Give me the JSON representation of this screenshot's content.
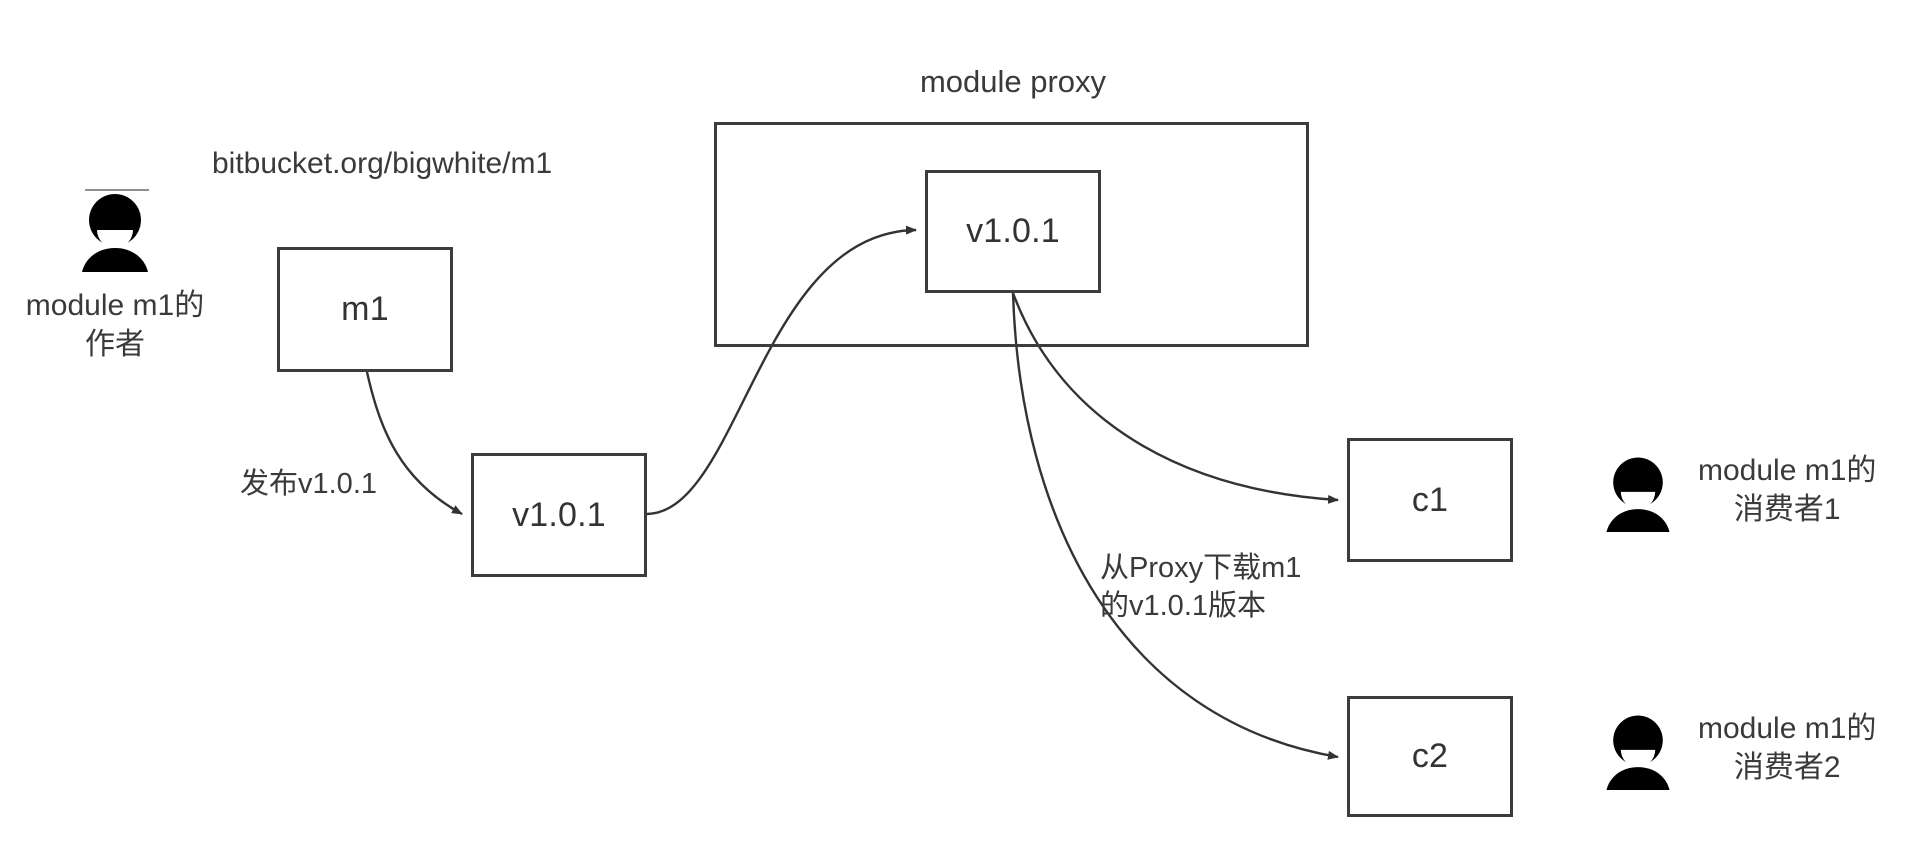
{
  "diagram": {
    "title": "module proxy",
    "boxes": {
      "m1": "m1",
      "published_version": "v1.0.1",
      "proxy_version": "v1.0.1",
      "consumer1": "c1",
      "consumer2": "c2"
    },
    "labels": {
      "repo_url": "bitbucket.org/bigwhite/m1",
      "proxy_title": "module proxy",
      "publish_edge": "发布v1.0.1",
      "download_edge": "从Proxy下载m1\n的v1.0.1版本"
    },
    "actors": [
      {
        "id": "author",
        "icon": "person-icon",
        "label": "module m1的\n作者"
      },
      {
        "id": "consumer1",
        "icon": "person-icon",
        "label": "module m1的\n消费者1"
      },
      {
        "id": "consumer2",
        "icon": "person-icon",
        "label": "module m1的\n消费者2"
      }
    ],
    "colors": {
      "stroke": "#3c3c3c",
      "text": "#3a3a3a",
      "background": "#ffffff",
      "edge": "#333333"
    }
  }
}
